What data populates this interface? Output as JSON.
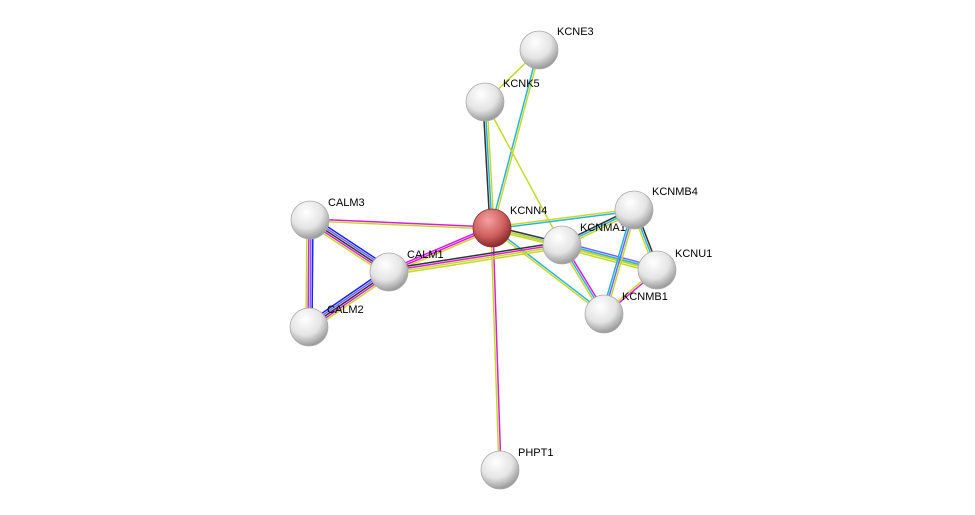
{
  "network": {
    "query_protein": "KCNN4",
    "nodes": [
      {
        "id": "KCNN4",
        "label": "KCNN4",
        "query": true
      },
      {
        "id": "KCNE3",
        "label": "KCNE3"
      },
      {
        "id": "KCNK5",
        "label": "KCNK5"
      },
      {
        "id": "CALM3",
        "label": "CALM3"
      },
      {
        "id": "CALM1",
        "label": "CALM1"
      },
      {
        "id": "CALM2",
        "label": "CALM2"
      },
      {
        "id": "KCNMA1",
        "label": "KCNMA1"
      },
      {
        "id": "KCNMB4",
        "label": "KCNMB4"
      },
      {
        "id": "KCNU1",
        "label": "KCNU1"
      },
      {
        "id": "KCNMB1",
        "label": "KCNMB1"
      },
      {
        "id": "PHPT1",
        "label": "PHPT1"
      }
    ],
    "edge_colors": {
      "textmining": "#c6d92b",
      "database": "#29b3d9",
      "experiments": "#d81fd8",
      "coexpression": "#333333",
      "homology": "#6a6aff",
      "cooccurrence": "#1f1fff"
    },
    "edges": [
      [
        "KCNN4",
        "KCNK5",
        [
          "coexpression",
          "database",
          "textmining"
        ]
      ],
      [
        "KCNN4",
        "KCNE3",
        [
          "database",
          "textmining"
        ]
      ],
      [
        "KCNK5",
        "KCNE3",
        [
          "textmining"
        ]
      ],
      [
        "KCNK5",
        "KCNMA1",
        [
          "textmining"
        ]
      ],
      [
        "KCNN4",
        "CALM3",
        [
          "textmining",
          "experiments"
        ]
      ],
      [
        "KCNN4",
        "CALM1",
        [
          "textmining",
          "experiments",
          "experiments"
        ]
      ],
      [
        "KCNN4",
        "KCNMA1",
        [
          "coexpression",
          "database",
          "textmining"
        ]
      ],
      [
        "KCNN4",
        "KCNMB4",
        [
          "textmining",
          "database"
        ]
      ],
      [
        "KCNN4",
        "KCNU1",
        [
          "textmining"
        ]
      ],
      [
        "KCNN4",
        "KCNMB1",
        [
          "database",
          "textmining"
        ]
      ],
      [
        "KCNN4",
        "PHPT1",
        [
          "experiments",
          "textmining"
        ]
      ],
      [
        "CALM3",
        "CALM1",
        [
          "cooccurrence",
          "homology",
          "coexpression",
          "experiments",
          "textmining"
        ]
      ],
      [
        "CALM3",
        "CALM2",
        [
          "cooccurrence",
          "homology",
          "experiments",
          "textmining"
        ]
      ],
      [
        "CALM2",
        "CALM1",
        [
          "cooccurrence",
          "homology",
          "coexpression",
          "experiments",
          "textmining"
        ]
      ],
      [
        "CALM1",
        "KCNMA1",
        [
          "coexpression",
          "experiments",
          "textmining",
          "textmining"
        ]
      ],
      [
        "KCNMA1",
        "KCNMB4",
        [
          "coexpression",
          "database",
          "textmining"
        ]
      ],
      [
        "KCNMA1",
        "KCNU1",
        [
          "homology",
          "database",
          "textmining",
          "textmining"
        ]
      ],
      [
        "KCNMA1",
        "KCNMB1",
        [
          "experiments",
          "database",
          "textmining"
        ]
      ],
      [
        "KCNMB4",
        "KCNU1",
        [
          "coexpression",
          "database",
          "textmining"
        ]
      ],
      [
        "KCNMB4",
        "KCNMB1",
        [
          "textmining",
          "homology",
          "database"
        ]
      ],
      [
        "KCNU1",
        "KCNMB1",
        [
          "experiments",
          "textmining"
        ]
      ]
    ]
  }
}
